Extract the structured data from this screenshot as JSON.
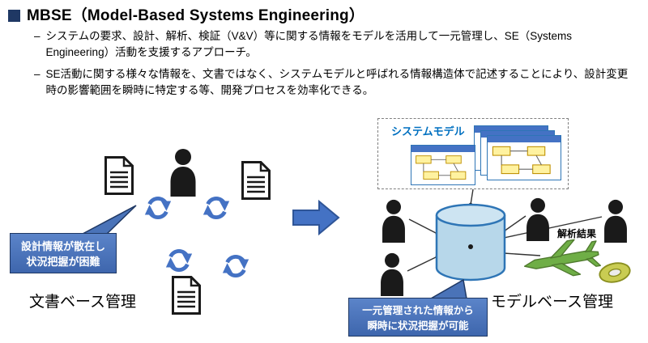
{
  "slide": {
    "bullet_marker": "–",
    "title": "MBSE（Model-Based Systems Engineering）",
    "bullets": [
      "システムの要求、設計、解析、検証（V&V）等に関する情報をモデルを活用して一元管理し、SE（Systems Engineering）活動を支援するアプローチ。",
      "SE活動に関する様々な情報を、文書ではなく、システムモデルと呼ばれる情報構造体で記述することにより、設計変更時の影響範囲を瞬時に特定する等、開発プロセスを効率化できる。"
    ]
  },
  "diagram": {
    "left": {
      "label": "文書ベース管理",
      "callout": {
        "line1": "設計情報が散在し",
        "line2": "状況把握が困難"
      }
    },
    "right": {
      "label": "モデルベース管理",
      "system_model_label": "システムモデル",
      "analysis_label": "解析結果",
      "callout": {
        "line1": "一元管理された情報から",
        "line2": "瞬時に状況把握が可能"
      }
    },
    "icons": {
      "person": "person-icon",
      "document": "document-icon",
      "cycle": "cycle-arrows-icon",
      "flow_arrow": "flow-right-arrow-icon",
      "database": "database-cylinder-icon",
      "airplane": "airplane-icon",
      "tape_roll": "tape-roll-icon"
    },
    "colors": {
      "accent_blue": "#4472C4",
      "title_square_blue": "#1F3864",
      "model_label_blue": "#0070C0",
      "cylinder_fill": "#B7D7EA",
      "cylinder_stroke": "#2E75B6",
      "plane_green": "#6FAE46",
      "thumbnail_yellow": "#FFF2A0"
    }
  }
}
